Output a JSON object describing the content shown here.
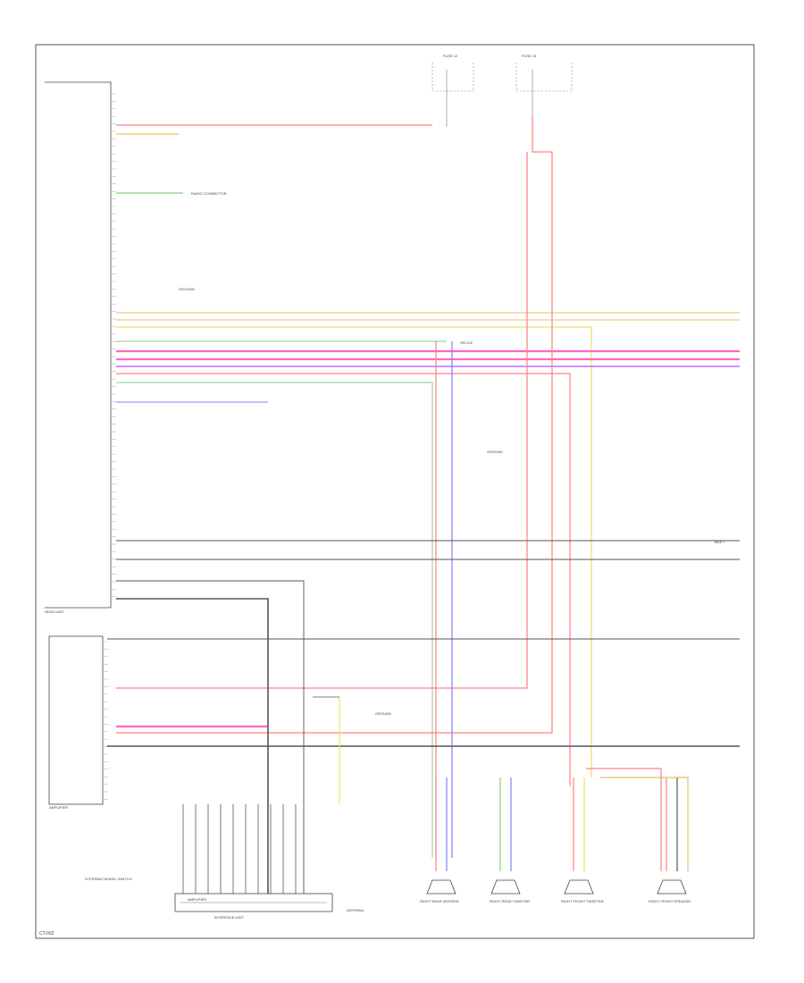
{
  "diagram": {
    "footer_code": "CT-002",
    "colors": {
      "red": "#ff8080",
      "pink": "#ff66c8",
      "orange_yellow": "#e8c060",
      "yellow": "#f0e060",
      "green": "#80d080",
      "blue": "#8080ff",
      "grey": "#555555",
      "light_grey": "#999999"
    },
    "labels": {
      "ground_top": "GROUND",
      "ground_mid": "GROUND",
      "ground_bottom": "GROUND",
      "splice": "SPLICE",
      "fuse_a": "FUSE 12",
      "fuse_b": "FUSE 13",
      "radio_note": "RADIO CONNECTOR",
      "amp_note": "AMPLIFIER",
      "bus_label": "BUS +"
    },
    "components": [
      {
        "id": "head-unit",
        "label": "HEAD UNIT"
      },
      {
        "id": "amplifier",
        "label": "AMPLIFIER"
      },
      {
        "id": "steering-switch",
        "label": "STEERING WHEEL SWITCH"
      },
      {
        "id": "interface-unit",
        "label": "INTERFACE UNIT"
      },
      {
        "id": "antenna",
        "label": "ANTENNA"
      },
      {
        "id": "rf-woofer",
        "label": "RIGHT REAR WOOFER"
      },
      {
        "id": "rr-tweeter",
        "label": "RIGHT REAR TWEETER"
      },
      {
        "id": "rf-tweeter",
        "label": "RIGHT FRONT TWEETER"
      },
      {
        "id": "rf-speaker",
        "label": "RIGHT FRONT SPEAKER"
      }
    ]
  }
}
